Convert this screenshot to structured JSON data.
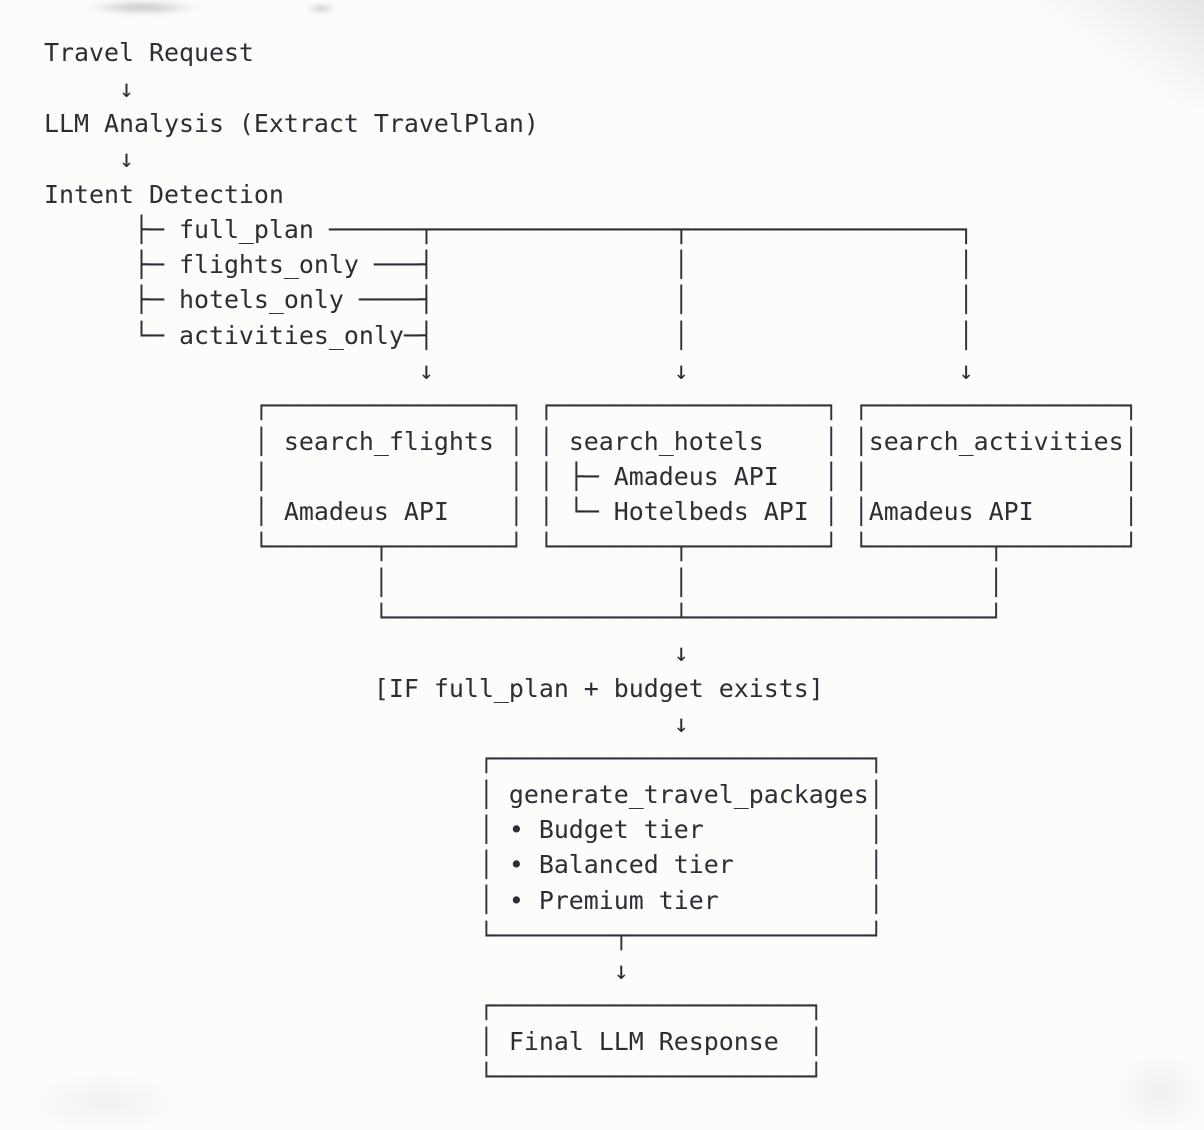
{
  "colors": {
    "background": "#fcfcfa",
    "ink": "#2d2d36"
  },
  "glyphs": {
    "down_arrow": "↓"
  },
  "header": {
    "travel_request": "Travel Request",
    "llm_analysis": "LLM Analysis (Extract TravelPlan)",
    "intent_detection": "Intent Detection"
  },
  "intent_branches": {
    "full_plan": "├─ full_plan ──────┬────────────────┬──────────────────┐",
    "flights_only": "├─ flights_only ───┤",
    "hotels_only": "├─ hotels_only ────┤",
    "activities_only": "└─ activities_only─┤"
  },
  "connectors": {
    "triple_vertical": "│\n│\n│",
    "single_vertical": "│",
    "converge_line": "└───────────────────┴────────────────────┘"
  },
  "search_flights_box": {
    "frame": "┌────────────────┐\n│                │\n│                │\n│                │\n└───────┬────────┘",
    "title": "search_flights",
    "api": "Amadeus API"
  },
  "search_hotels_box": {
    "frame": "┌──────────────────┐\n│                  │\n│                  │\n│                  │\n└────────┬─────────┘",
    "title": "search_hotels",
    "api_1": "├─ Amadeus API",
    "api_2": "└─ Hotelbeds API"
  },
  "search_activities_box": {
    "frame": "┌─────────────────┐\n│                 │\n│                 │\n│                 │\n└────────┬────────┘",
    "title": "search_activities",
    "api": "Amadeus API"
  },
  "condition_label": "[IF full_plan + budget exists]",
  "generate_box": {
    "frame": "┌─────────────────────────┐\n│                         │\n│                         │\n│                         │\n│                         │\n└────────┬────────────────┘",
    "title": "generate_travel_packages",
    "tier_1": "• Budget tier",
    "tier_2": "• Balanced tier",
    "tier_3": "• Premium tier"
  },
  "final_box": {
    "frame": "┌─────────────────────┐\n│                     │\n└─────────────────────┘",
    "title": "Final LLM Response"
  }
}
